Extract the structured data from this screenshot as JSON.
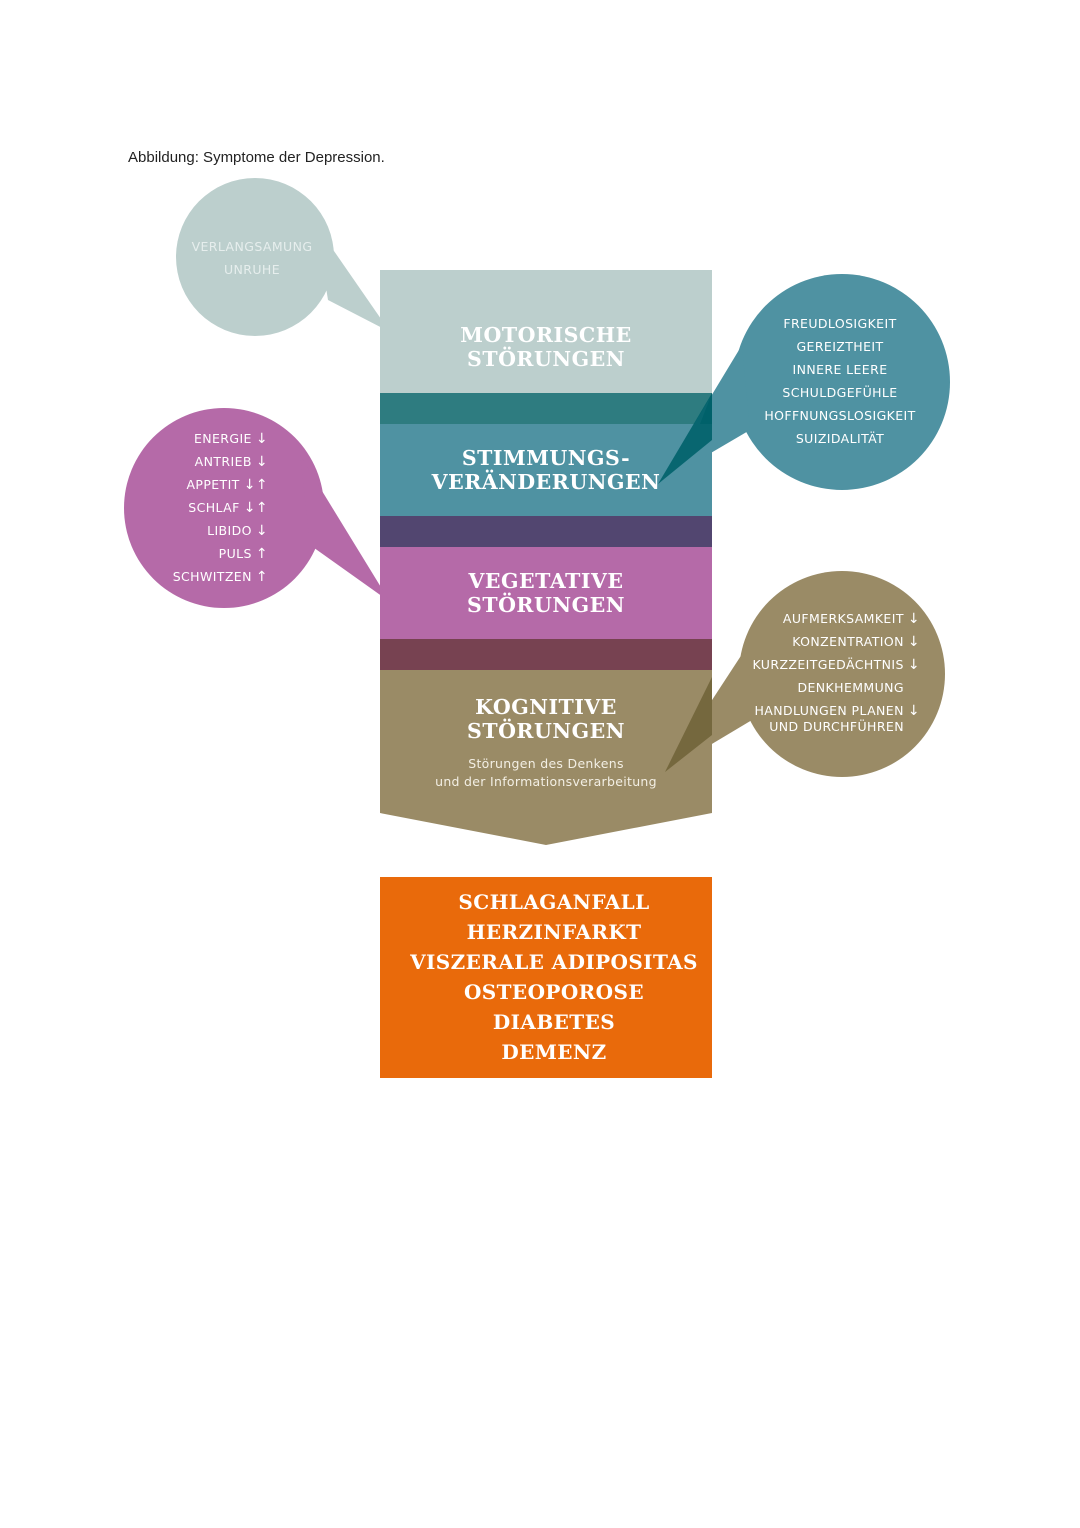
{
  "caption": "Abbildung: Symptome der Depression.",
  "colors": {
    "motor": "#bccfcd",
    "mood": "#4f92a2",
    "vegetative": "#b56aa8",
    "cognitive": "#9a8b66",
    "outcome": "#e96a0b",
    "band_teal": "#2e7c80",
    "band_purple": "#524670",
    "band_maroon": "#774251"
  },
  "blocks": {
    "motor": {
      "line1": "MOTORISCHE",
      "line2": "STÖRUNGEN"
    },
    "mood": {
      "line1": "STIMMUNGS-",
      "line2": "VERÄNDERUNGEN"
    },
    "vegetative": {
      "line1": "VEGETATIVE",
      "line2": "STÖRUNGEN"
    },
    "cognitive": {
      "line1": "KOGNITIVE",
      "line2": "STÖRUNGEN",
      "sub1": "Störungen des Denkens",
      "sub2": "und der Informationsverarbeitung"
    }
  },
  "bubbles": {
    "motor": {
      "items": [
        "VERLANGSAMUNG",
        "UNRUHE"
      ]
    },
    "mood": {
      "items": [
        "FREUDLOSIGKEIT",
        "GEREIZTHEIT",
        "INNERE LEERE",
        "SCHULDGEFÜHLE",
        "HOFFNUNGSLOSIGKEIT",
        "SUIZIDALITÄT"
      ]
    },
    "vegetative": {
      "items": [
        {
          "label": "ENERGIE",
          "arrows": "↓"
        },
        {
          "label": "ANTRIEB",
          "arrows": "↓"
        },
        {
          "label": "APPETIT",
          "arrows": "↓↑"
        },
        {
          "label": "SCHLAF",
          "arrows": "↓↑"
        },
        {
          "label": "LIBIDO",
          "arrows": "↓"
        },
        {
          "label": "PULS",
          "arrows": "↑"
        },
        {
          "label": "SCHWITZEN",
          "arrows": "↑"
        }
      ]
    },
    "cognitive": {
      "items": [
        {
          "label": "AUFMERKSAMKEIT",
          "arrows": "↓"
        },
        {
          "label": "KONZENTRATION",
          "arrows": "↓"
        },
        {
          "label": "KURZZEITGEDÄCHTNIS",
          "arrows": "↓"
        },
        {
          "label": "DENKHEMMUNG",
          "arrows": ""
        },
        {
          "label": "HANDLUNGEN PLANEN",
          "label2": "UND DURCHFÜHREN",
          "arrows": "↓"
        }
      ]
    }
  },
  "outcomes": [
    "SCHLAGANFALL",
    "HERZINFARKT",
    "VISZERALE ADIPOSITAS",
    "OSTEOPOROSE",
    "DIABETES",
    "DEMENZ"
  ]
}
